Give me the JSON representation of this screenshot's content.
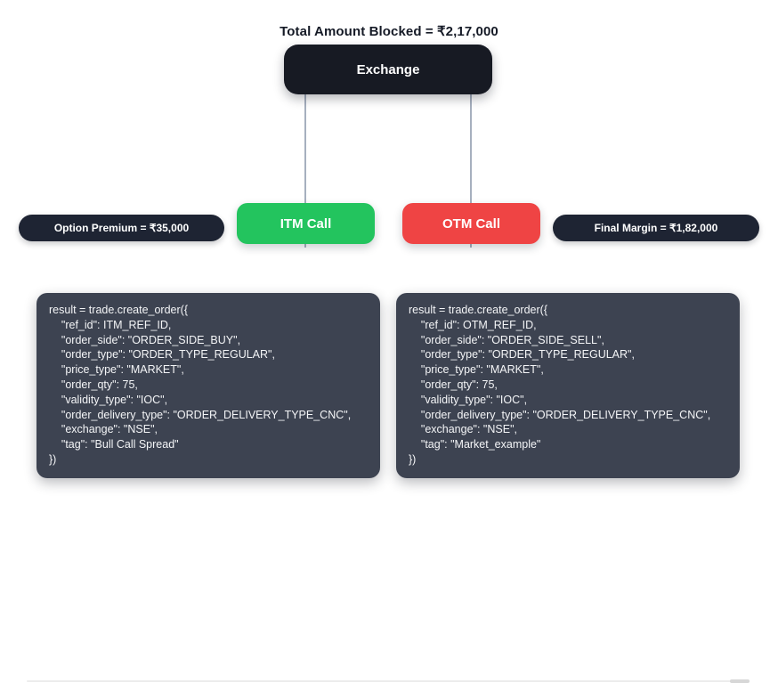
{
  "title": "Total Amount Blocked = ₹2,17,000",
  "tree": {
    "root_label": "Exchange",
    "itm_label": "ITM Call",
    "otm_label": "OTM Call"
  },
  "badges": {
    "option_premium": "Option Premium = ₹35,000",
    "final_margin": "Final Margin = ₹1,82,000"
  },
  "colors": {
    "node_dark": "#171a23",
    "badge_dark": "#1e2433",
    "itm_green": "#23c45e",
    "otm_red": "#ef4444",
    "code_bg": "#3d4351",
    "connector": "#a6b0bf"
  },
  "code_blocks": [
    {
      "name": "itm-order-code",
      "lines": [
        "result = trade.create_order({",
        "    \"ref_id\": ITM_REF_ID,",
        "    \"order_side\": \"ORDER_SIDE_BUY\",",
        "    \"order_type\": \"ORDER_TYPE_REGULAR\",",
        "    \"price_type\": \"MARKET\",",
        "    \"order_qty\": 75,",
        "    \"validity_type\": \"IOC\",",
        "    \"order_delivery_type\": \"ORDER_DELIVERY_TYPE_CNC\",",
        "    \"exchange\": \"NSE\",",
        "    \"tag\": \"Bull Call Spread\"",
        "})"
      ]
    },
    {
      "name": "otm-order-code",
      "lines": [
        "result = trade.create_order({",
        "    \"ref_id\": OTM_REF_ID,",
        "    \"order_side\": \"ORDER_SIDE_SELL\",",
        "    \"order_type\": \"ORDER_TYPE_REGULAR\",",
        "    \"price_type\": \"MARKET\",",
        "    \"order_qty\": 75,",
        "    \"validity_type\": \"IOC\",",
        "    \"order_delivery_type\": \"ORDER_DELIVERY_TYPE_CNC\",",
        "    \"exchange\": \"NSE\",",
        "    \"tag\": \"Market_example\"",
        "})"
      ]
    }
  ]
}
